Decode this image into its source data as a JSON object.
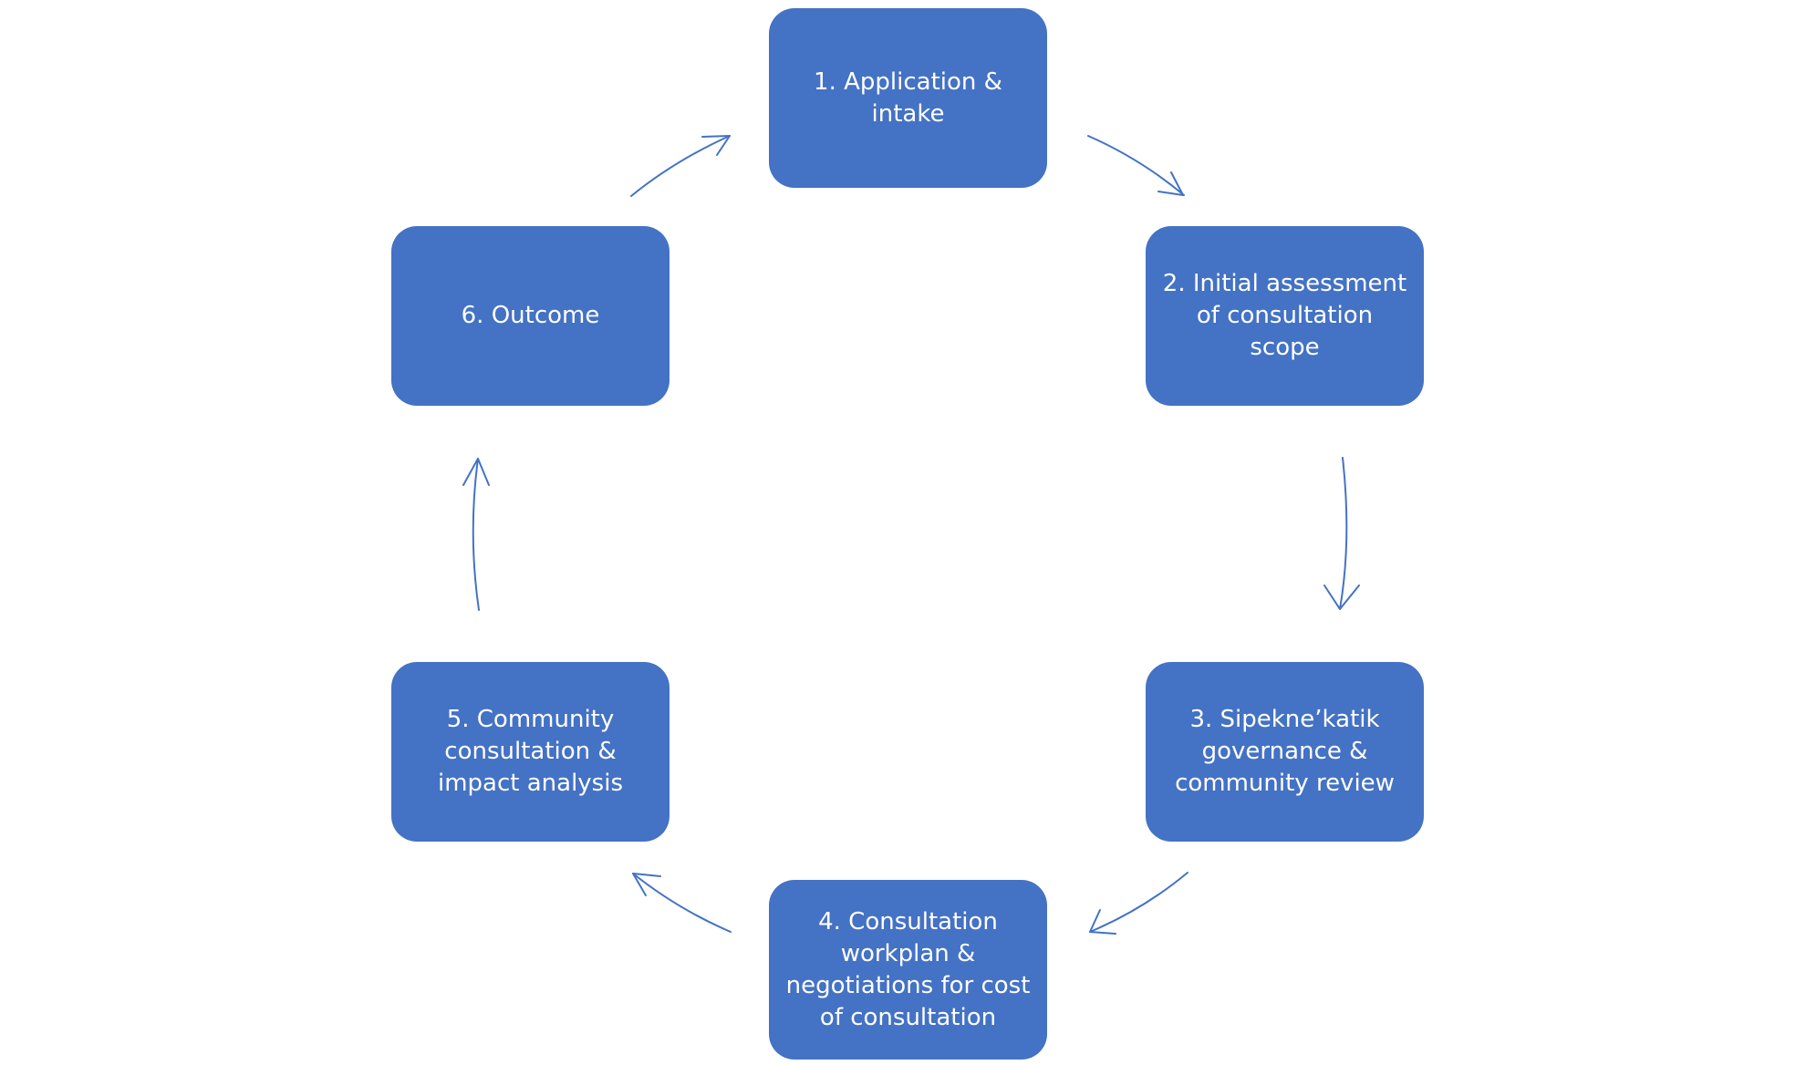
{
  "diagram": {
    "type": "cycle",
    "colors": {
      "box_fill": "#4472C4",
      "box_text": "#FFFFFF",
      "arrow": "#4472C4",
      "background": "#FFFFFF"
    },
    "steps": [
      {
        "label": "1. Application &\nintake"
      },
      {
        "label": "2. Initial assessment\nof consultation\nscope"
      },
      {
        "label": "3. Sipekne’katik\ngovernance &\ncommunity review"
      },
      {
        "label": "4. Consultation\nworkplan &\nnegotiations for cost\nof consultation"
      },
      {
        "label": "5. Community\nconsultation &\nimpact analysis"
      },
      {
        "label": "6. Outcome"
      }
    ],
    "connections": [
      {
        "from": 1,
        "to": 2,
        "arrow_icon": "arrow-icon"
      },
      {
        "from": 2,
        "to": 3,
        "arrow_icon": "arrow-icon"
      },
      {
        "from": 3,
        "to": 4,
        "arrow_icon": "arrow-icon"
      },
      {
        "from": 4,
        "to": 5,
        "arrow_icon": "arrow-icon"
      },
      {
        "from": 5,
        "to": 6,
        "arrow_icon": "arrow-icon"
      },
      {
        "from": 6,
        "to": 1,
        "arrow_icon": "arrow-icon"
      }
    ]
  }
}
